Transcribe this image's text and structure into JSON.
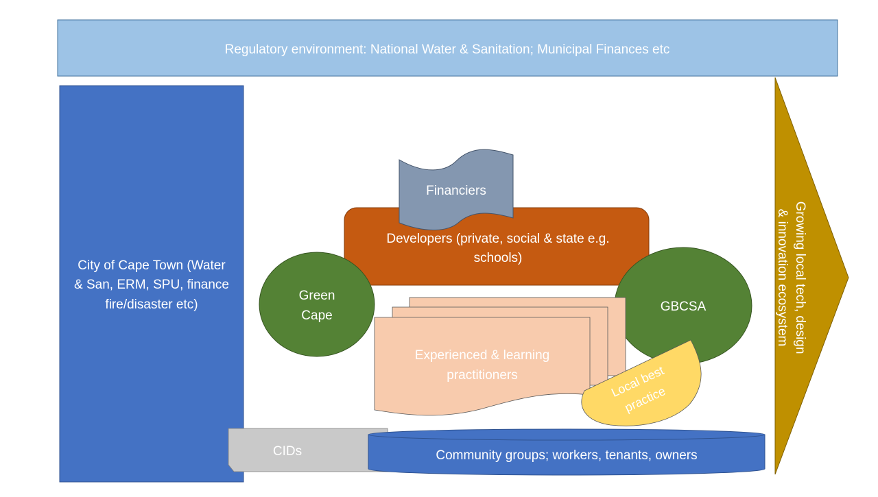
{
  "regulatory": {
    "label": "Regulatory environment: National Water & Sanitation; Municipal Finances etc"
  },
  "city": {
    "lines": [
      "City of Cape Town (Water",
      "& San, ERM, SPU, finance",
      "fire/disaster etc)"
    ]
  },
  "financiers": {
    "label": "Financiers"
  },
  "developers": {
    "lines": [
      "Developers (private, social & state e.g.",
      "schools)"
    ]
  },
  "green_cape": {
    "lines": [
      "Green",
      "Cape"
    ]
  },
  "gbcsa": {
    "label": "GBCSA"
  },
  "practitioners": {
    "lines": [
      "Experienced & learning",
      "practitioners"
    ]
  },
  "local_best_practice": {
    "lines": [
      "Local best",
      "practice"
    ]
  },
  "cids": {
    "label": "CIDs"
  },
  "community": {
    "label": "Community groups; workers, tenants, owners"
  },
  "ecosystem": {
    "lines": [
      "Growing local tech, design",
      "& innovation ecosystem"
    ]
  },
  "colors": {
    "regulatory": "#9DC3E6",
    "city": "#4472C4",
    "financiers": "#8497B0",
    "developers": "#C55A11",
    "green": "#548235",
    "practitioners": "#F8CBAD",
    "local": "#FFD966",
    "cids": "#C9C9C9",
    "arrow": "#BF9000"
  }
}
